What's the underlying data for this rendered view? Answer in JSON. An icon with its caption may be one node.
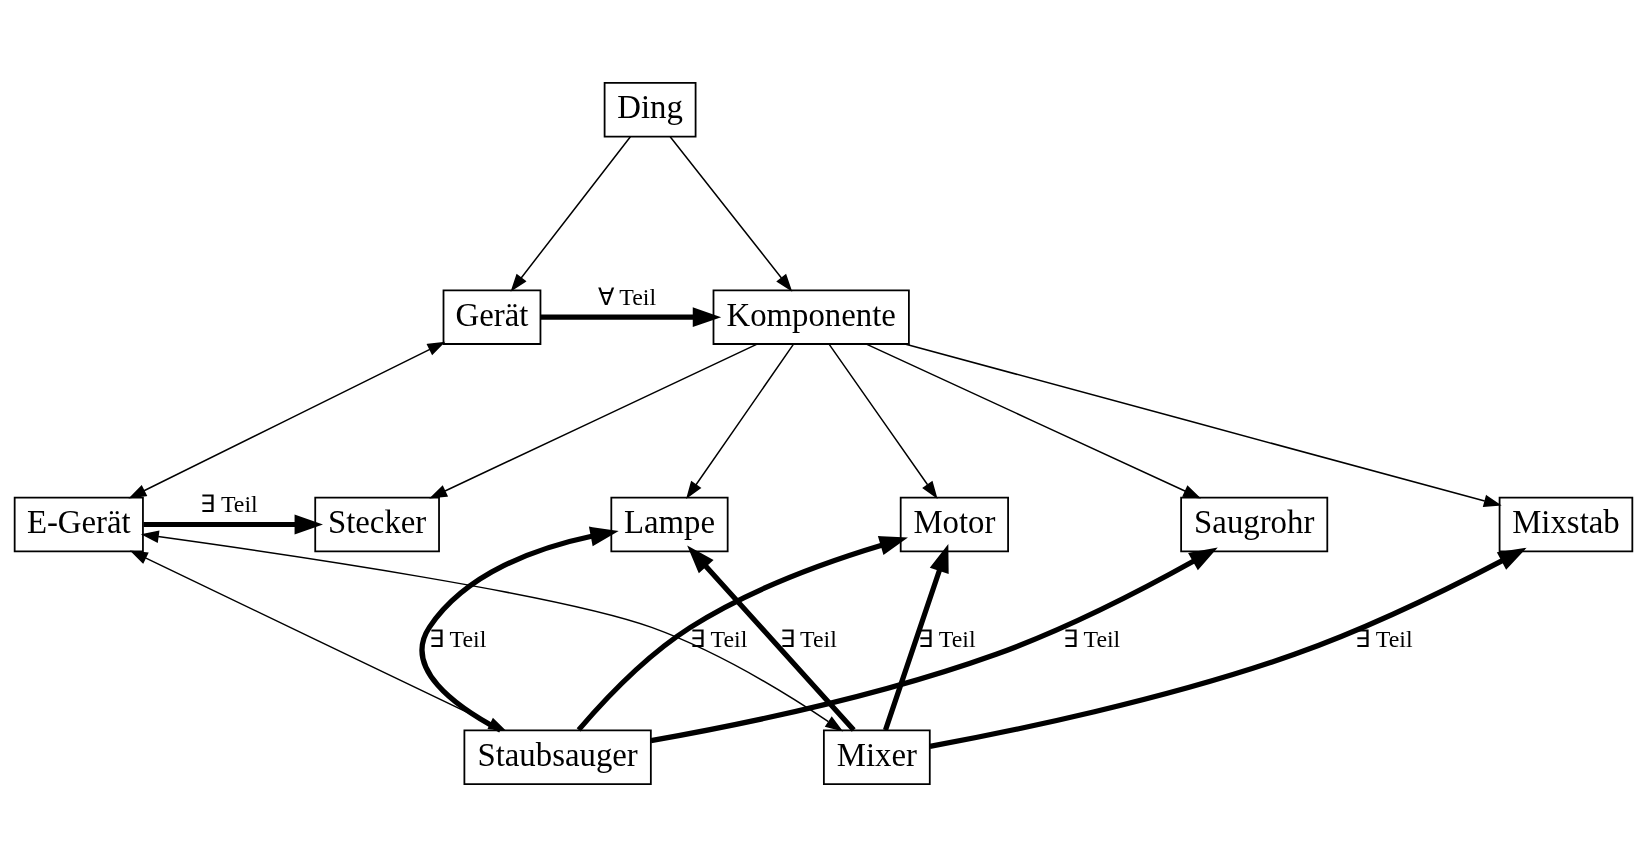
{
  "diagram": {
    "nodes": [
      {
        "text": [
          "Ding"
        ]
      },
      {
        "text": [
          "Gerät"
        ]
      },
      {
        "text": [
          "Komponente"
        ]
      },
      {
        "text": [
          "E-Gerät"
        ]
      },
      {
        "text": [
          "Stecker"
        ]
      },
      {
        "text": [
          "Lampe"
        ]
      },
      {
        "text": [
          "Motor"
        ]
      },
      {
        "text": [
          "Saugrohr"
        ]
      },
      {
        "text": [
          "Mixstab"
        ]
      },
      {
        "text": [
          "Staubsauger"
        ]
      },
      {
        "text": [
          "Mixer"
        ]
      }
    ],
    "edges": [
      {
        "from": 0,
        "to": 1,
        "arrow": "to"
      },
      {
        "from": 0,
        "to": 2,
        "arrow": "to"
      },
      {
        "from": 1,
        "to": 2,
        "arrow": "to",
        "style": "thick",
        "label": "∀ Teil"
      },
      {
        "from": 2,
        "to": 4,
        "arrow": "to"
      },
      {
        "from": 2,
        "to": 5,
        "arrow": "to"
      },
      {
        "from": 2,
        "to": 6,
        "arrow": "to"
      },
      {
        "from": 2,
        "to": 7,
        "arrow": "to"
      },
      {
        "from": 2,
        "to": 8,
        "arrow": "to"
      },
      {
        "from": 1,
        "to": 3,
        "arrow": "both"
      },
      {
        "from": 3,
        "to": 4,
        "arrow": "to",
        "style": "thick",
        "label": "∃ Teil"
      },
      {
        "from": 3,
        "to": 9,
        "arrow": "both"
      },
      {
        "from": 3,
        "to": 10,
        "arrow": "both"
      },
      {
        "from": 9,
        "to": 5,
        "arrow": "to",
        "style": "thick",
        "label": "∃ Teil"
      },
      {
        "from": 9,
        "to": 6,
        "arrow": "to",
        "style": "thick",
        "label": "∃ Teil"
      },
      {
        "from": 9,
        "to": 7,
        "arrow": "to",
        "style": "thick",
        "label": "∃ Teil"
      },
      {
        "from": 10,
        "to": 5,
        "arrow": "to",
        "style": "thick",
        "label": "∃ Teil"
      },
      {
        "from": 10,
        "to": 6,
        "arrow": "to",
        "style": "thick",
        "label": "∃ Teil"
      },
      {
        "from": 10,
        "to": 8,
        "arrow": "to",
        "style": "thick",
        "label": "∃ Teil"
      }
    ]
  }
}
